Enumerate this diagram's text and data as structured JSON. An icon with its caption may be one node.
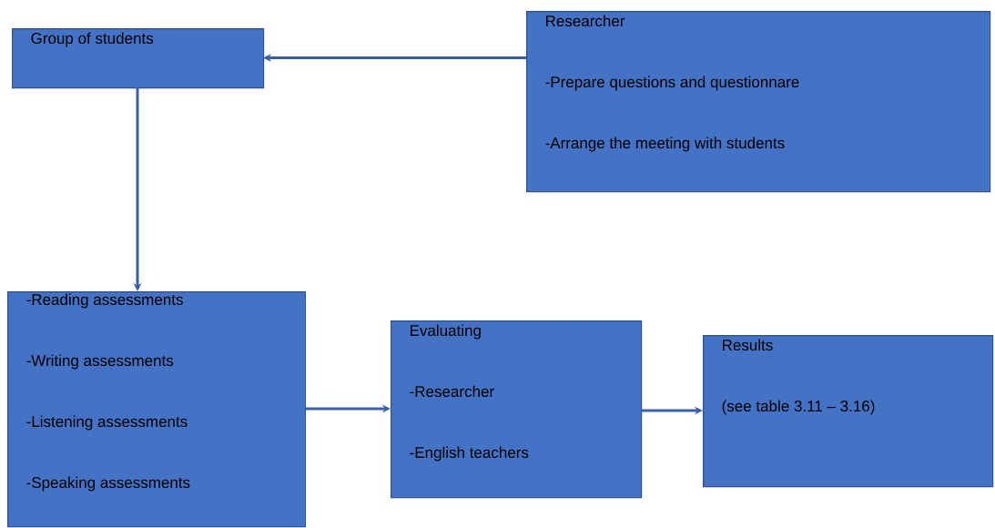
{
  "diagram": {
    "nodes": [
      {
        "text": [
          "Group of students"
        ]
      },
      {
        "text": [
          "Researcher",
          "-Prepare questions and questionnare",
          "-Arrange the meeting with students"
        ]
      },
      {
        "text": [
          "-Reading assessments",
          "-Writing assessments",
          "-Listening assessments",
          "-Speaking assessments"
        ]
      },
      {
        "text": [
          "Evaluating",
          "-Researcher",
          "-English teachers"
        ]
      },
      {
        "text": [
          "Results",
          "(see table 3.11 – 3.16)"
        ]
      }
    ],
    "edges": [
      {
        "from": 1,
        "to": 0,
        "arrow": "to"
      },
      {
        "from": 0,
        "to": 2,
        "arrow": "to"
      },
      {
        "from": 2,
        "to": 3,
        "arrow": "to"
      },
      {
        "from": 3,
        "to": 4,
        "arrow": "to"
      }
    ]
  }
}
